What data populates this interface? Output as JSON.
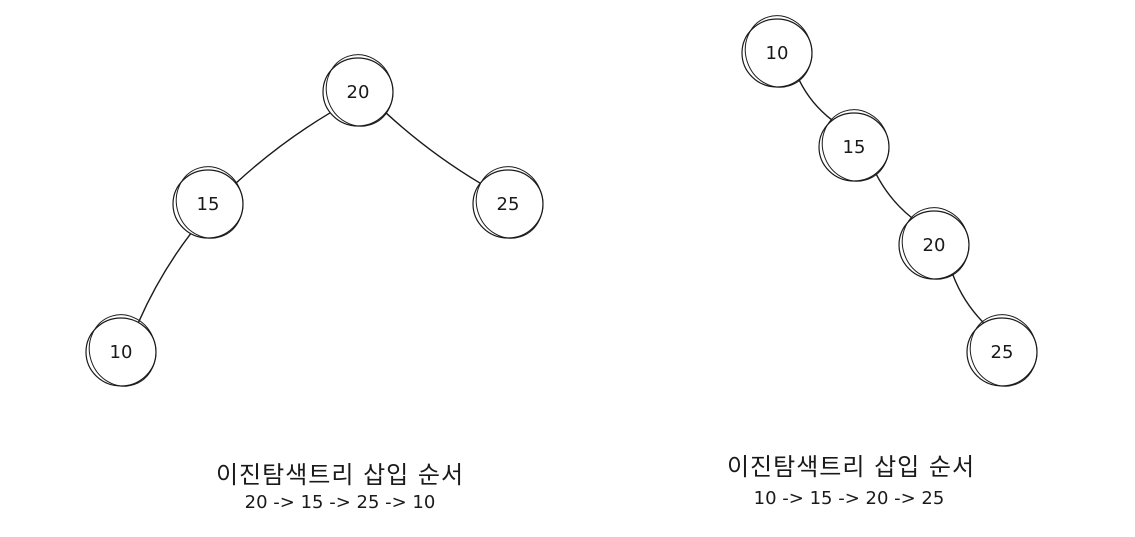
{
  "diagrams": [
    {
      "id": "balanced",
      "title": "이진탐색트리 삽입 순서",
      "sequence": "20 -> 15 -> 25 -> 10",
      "nodes": [
        {
          "id": "n20",
          "label": "20"
        },
        {
          "id": "n15",
          "label": "15"
        },
        {
          "id": "n25",
          "label": "25"
        },
        {
          "id": "n10",
          "label": "10"
        }
      ],
      "edges": [
        {
          "from": "n20",
          "to": "n15"
        },
        {
          "from": "n20",
          "to": "n25"
        },
        {
          "from": "n15",
          "to": "n10"
        }
      ]
    },
    {
      "id": "skewed",
      "title": "이진탐색트리 삽입 순서",
      "sequence": "10 -> 15 -> 20 -> 25",
      "nodes": [
        {
          "id": "m10",
          "label": "10"
        },
        {
          "id": "m15",
          "label": "15"
        },
        {
          "id": "m20",
          "label": "20"
        },
        {
          "id": "m25",
          "label": "25"
        }
      ],
      "edges": [
        {
          "from": "m10",
          "to": "m15"
        },
        {
          "from": "m15",
          "to": "m20"
        },
        {
          "from": "m20",
          "to": "m25"
        }
      ]
    }
  ]
}
